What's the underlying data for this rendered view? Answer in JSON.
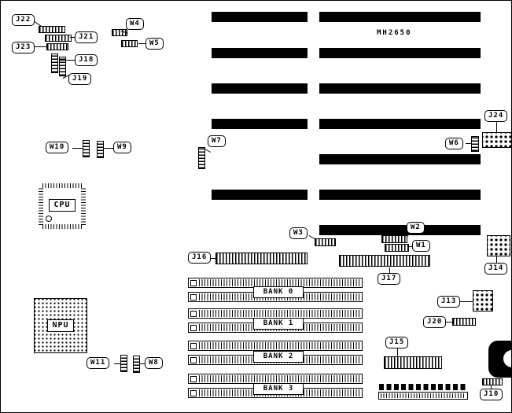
{
  "board": {
    "model": "MH2650",
    "cpu": "CPU",
    "npu": "NPU",
    "banks": [
      "BANK 0",
      "BANK 1",
      "BANK 2",
      "BANK 3"
    ]
  },
  "labels": {
    "J10": "J10",
    "J13": "J13",
    "J14": "J14",
    "J15": "J15",
    "J16": "J16",
    "J17": "J17",
    "J18": "J18",
    "J19": "J19",
    "J20": "J20",
    "J21": "J21",
    "J22": "J22",
    "J23": "J23",
    "J24": "J24",
    "W1": "W1",
    "W2": "W2",
    "W3": "W3",
    "W4": "W4",
    "W5": "W5",
    "W6": "W6",
    "W7": "W7",
    "W8": "W8",
    "W9": "W9",
    "W10": "W10",
    "W11": "W11"
  }
}
